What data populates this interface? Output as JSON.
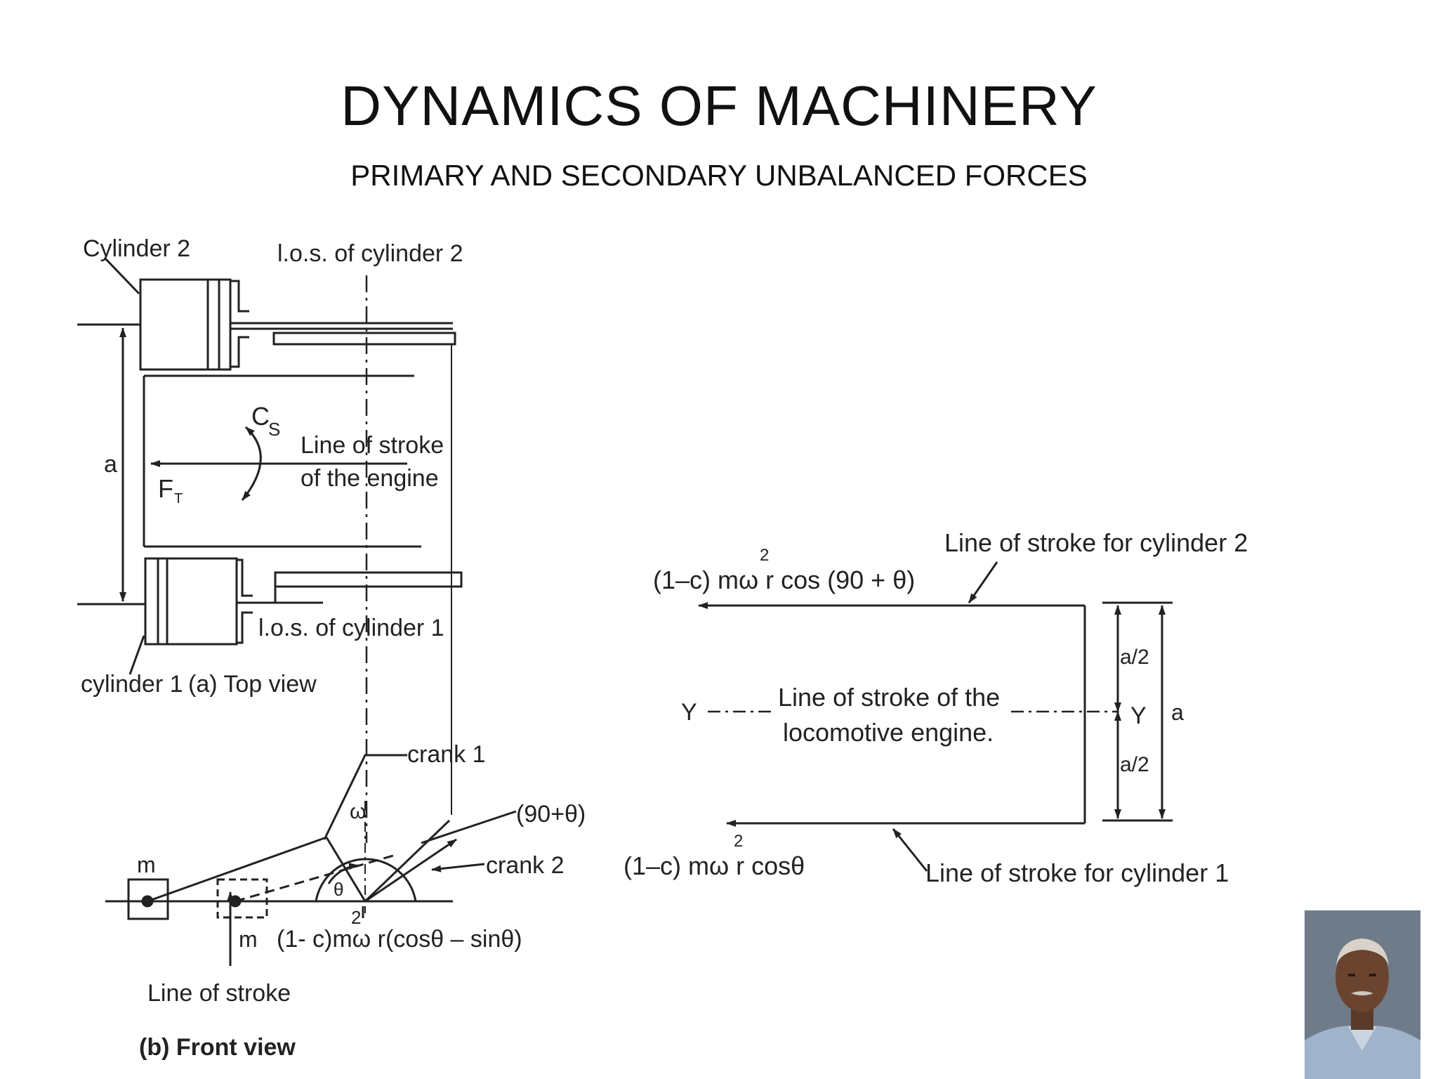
{
  "slide": {
    "title": "DYNAMICS OF MACHINERY",
    "subtitle": "PRIMARY AND SECONDARY UNBALANCED FORCES"
  },
  "top_view": {
    "cylinder2": "Cylinder 2",
    "los2": "l.o.s. of cylinder 2",
    "dim_a": "a",
    "couple_c": "C",
    "couple_sub": "S",
    "force_f": "F",
    "force_sub": "T",
    "line_stroke_1": "Line of stroke",
    "line_stroke_2": "of the engine",
    "los1": "l.o.s. of cylinder 1",
    "cylinder1": "cylinder 1",
    "caption": "(a) Top view"
  },
  "front_view": {
    "crank1": "crank 1",
    "omega": "ω",
    "angle_label": "(90+θ)",
    "crank2": "crank 2",
    "theta": "θ",
    "mass_m1": "m",
    "mass_m2": "m",
    "sup2": "2",
    "force_expr": "(1- c)mω r(cosθ – sinθ)",
    "line_stroke": "Line of stroke",
    "caption": "(b) Front view"
  },
  "right_diagram": {
    "force_top": "(1–c) mω r cos (90 + θ)",
    "exp2": "2",
    "los_cyl2": "Line of stroke for cylinder 2",
    "y_left": "Y",
    "y_right": "Y",
    "center_1": "Line of stroke of the",
    "center_2": "locomotive engine.",
    "half_a_top": "a/2",
    "half_a_bottom": "a/2",
    "dim_a": "a",
    "force_bottom": "(1–c) mω r cosθ",
    "los_cyl1": "Line of stroke for cylinder 1"
  },
  "photo": {
    "description": "presenter-photo"
  }
}
